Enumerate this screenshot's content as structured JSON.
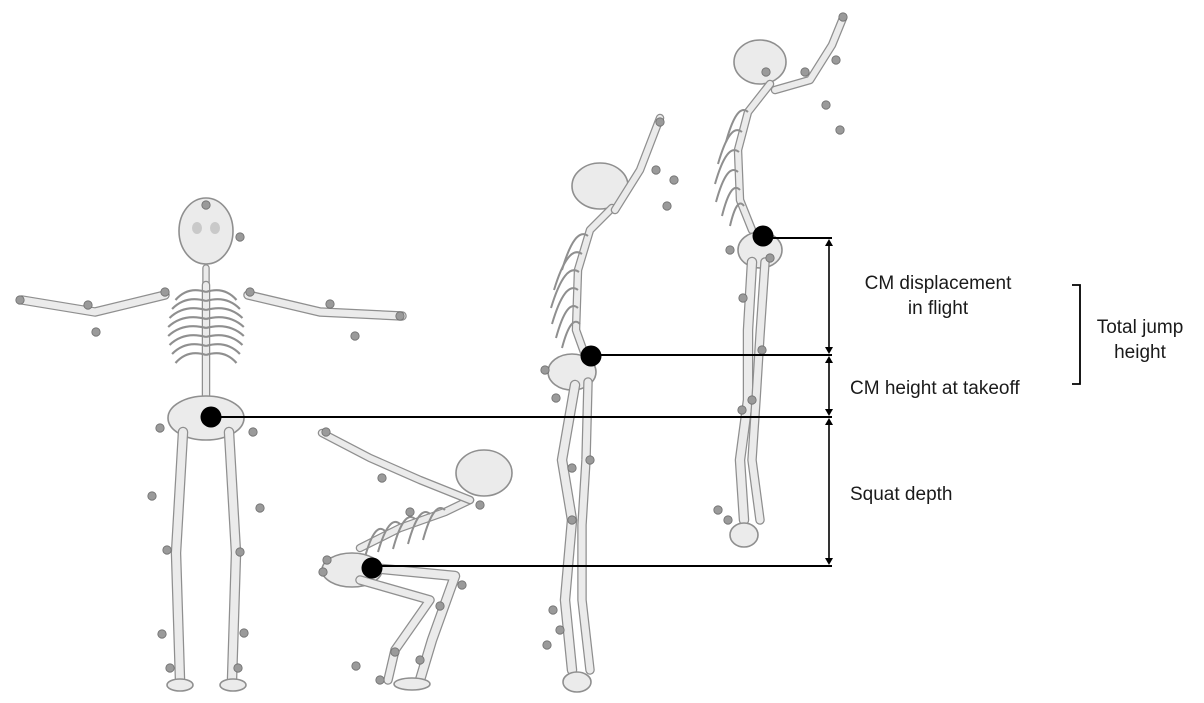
{
  "figure": {
    "labels": {
      "cm_displacement_line1": "CM displacement",
      "cm_displacement_line2": "in flight",
      "cm_height_takeoff": "CM height at takeoff",
      "squat_depth": "Squat depth",
      "total_jump_line1": "Total jump",
      "total_jump_line2": "height"
    },
    "figures": [
      {
        "pose": "standing-front"
      },
      {
        "pose": "squat-side"
      },
      {
        "pose": "takeoff-side"
      },
      {
        "pose": "flight-peak-side"
      }
    ],
    "colors": {
      "bone": "#ebebeb",
      "bone_outline": "#8f8f8f",
      "marker": "#9a9a9a",
      "center_of_mass": "#000000",
      "lines": "#000000",
      "text": "#1a1a1a"
    }
  }
}
